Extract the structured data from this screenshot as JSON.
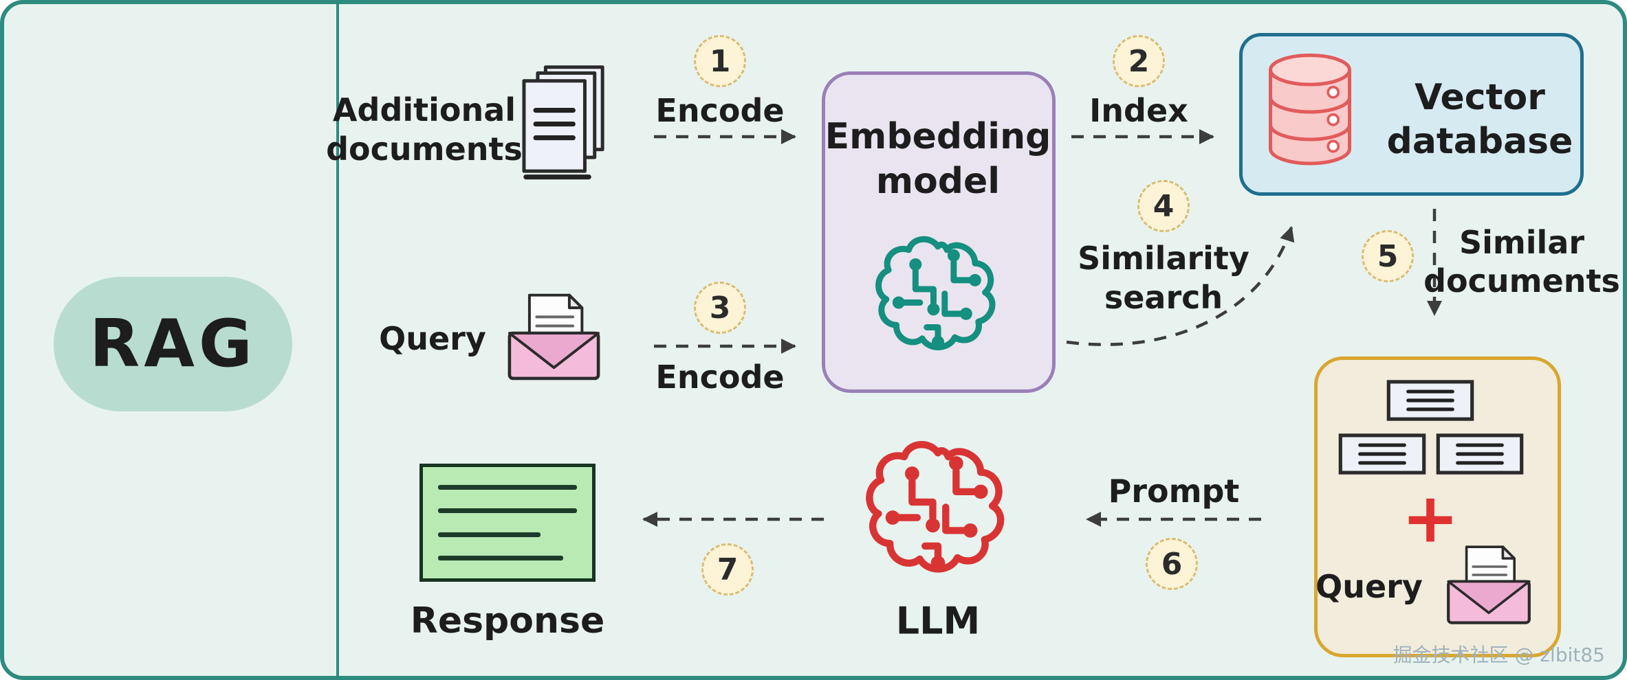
{
  "rag": {
    "label": "RAG"
  },
  "labels": {
    "additional_documents": [
      "Additional",
      "documents"
    ],
    "query_left": "Query",
    "embedding_model": [
      "Embedding",
      "model"
    ],
    "vector_database": [
      "Vector",
      "database"
    ],
    "similarity_search": [
      "Similarity",
      "search"
    ],
    "similar_documents": [
      "Similar",
      "documents"
    ],
    "llm": "LLM",
    "response": "Response",
    "retrieved_query": "Query",
    "plus": "+"
  },
  "steps": {
    "s1": {
      "num": "1",
      "label": "Encode"
    },
    "s2": {
      "num": "2",
      "label": "Index"
    },
    "s3": {
      "num": "3",
      "label": "Encode"
    },
    "s4": {
      "num": "4"
    },
    "s5": {
      "num": "5"
    },
    "s6": {
      "num": "6",
      "label": "Prompt"
    },
    "s7": {
      "num": "7"
    }
  },
  "watermark": "掘金技术社区 @ zlbit85",
  "colors": {
    "canvas_bg": "#e8f3f0",
    "frame_teal": "#2e8b7f",
    "rag_pill": "#b9dcd0",
    "embedding_border": "#9a7fb8",
    "embedding_bg": "#e9e4f0",
    "vector_border": "#1f6f8e",
    "vector_bg": "#d6eaf2",
    "retrieved_border": "#d9a62e",
    "retrieved_bg": "#f1ecdb",
    "badge_bg": "#fdf3d6",
    "badge_border": "#d9bd77",
    "brain_teal": "#158f7f",
    "brain_red": "#d93434",
    "db_pink": "#f9caca",
    "db_red": "#e25b5b",
    "envelope_pink": "#f4bcda",
    "response_green": "#b9eab4",
    "plus_red": "#e03131",
    "arrow": "#3d3d3d"
  }
}
